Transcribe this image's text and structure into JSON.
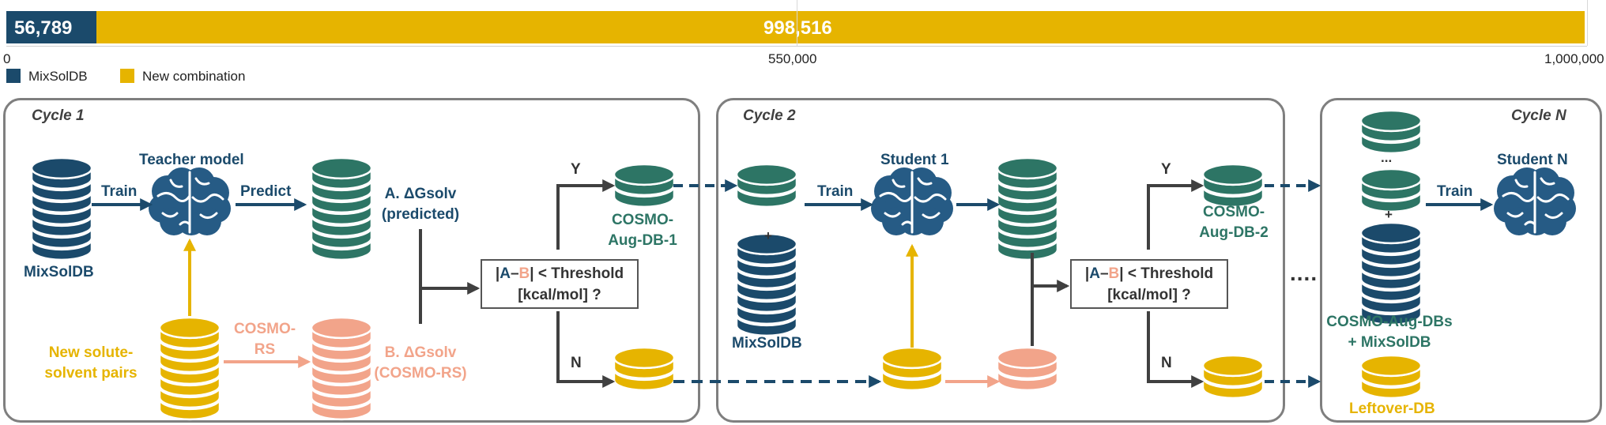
{
  "top_bar": {
    "mixsoldb_value": "56,789",
    "new_value": "998,516",
    "tick_0": "0",
    "tick_mid": "550,000",
    "tick_max": "1,000,000",
    "mixsoldb_count": 56789,
    "total_count": 998516,
    "axis_max": 1000000
  },
  "legend": {
    "mixsoldb": "MixSolDB",
    "new_combination": "New combination"
  },
  "colors": {
    "navy": "#1b4a6b",
    "teal": "#2d7565",
    "gold": "#e6b400",
    "salmon": "#f2a48a",
    "gray": "#7f7f7f"
  },
  "cycle1": {
    "title": "Cycle 1",
    "teacher": "Teacher model",
    "train": "Train",
    "predict": "Predict",
    "mixsoldb": "MixSolDB",
    "a_line1": "A. ΔGsolv",
    "a_line2": "(predicted)",
    "cosmo_line1": "COSMO-",
    "cosmo_line2": "RS",
    "new_line1": "New solute-",
    "new_line2": "solvent pairs",
    "b_line1": "B. ΔGsolv",
    "b_line2": "(COSMO-RS)",
    "thr_bar1": "|",
    "thr_a": "A",
    "thr_dash": "–",
    "thr_b": "B",
    "thr_bar2": "|",
    "thr_rest": " < Threshold",
    "thr_line2": "[kcal/mol] ?",
    "yes": "Y",
    "no": "N",
    "aug_line1": "COSMO-",
    "aug_line2": "Aug-DB-1"
  },
  "cycle2": {
    "title": "Cycle 2",
    "student": "Student 1",
    "train": "Train",
    "plus": "+",
    "mixsoldb": "MixSolDB",
    "thr_bar1": "|",
    "thr_a": "A",
    "thr_dash": "–",
    "thr_b": "B",
    "thr_bar2": "|",
    "thr_rest": " < Threshold",
    "thr_line2": "[kcal/mol] ?",
    "yes": "Y",
    "no": "N",
    "aug_line1": "COSMO-",
    "aug_line2": "Aug-DB-2"
  },
  "dots": "....",
  "cycleN": {
    "title": "Cycle N",
    "ellipsis": "...",
    "plus": "+",
    "train": "Train",
    "student": "Student N",
    "aug_line1": "COSMO-Aug-DBs",
    "aug_line2": "+ MixSolDB",
    "leftover": "Leftover-DB"
  }
}
